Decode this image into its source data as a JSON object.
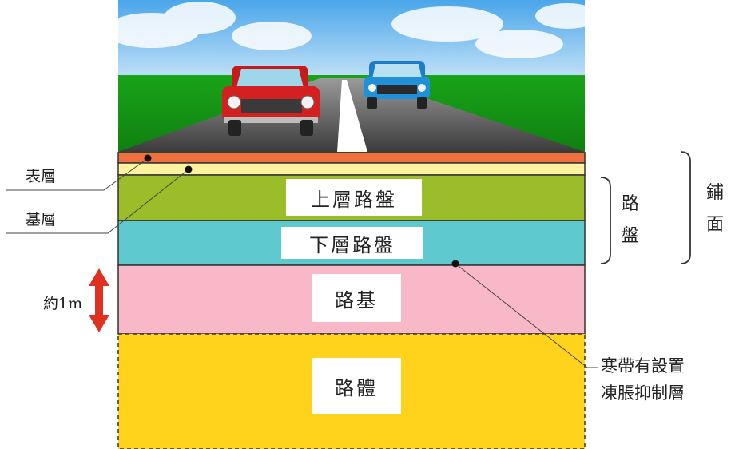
{
  "layers": {
    "upper_base": "上層路盤",
    "lower_base": "下層路盤",
    "subgrade": "路基",
    "roadbed": "路體"
  },
  "callouts": {
    "surface": "表層",
    "base": "基層",
    "frost": [
      "寒帶有設置",
      "凍脹抑制層"
    ]
  },
  "depth_label": "約1m",
  "brackets": {
    "roadbase": [
      "路",
      "盤"
    ],
    "pavement": [
      "鋪",
      "面"
    ]
  },
  "colors": {
    "surface": "#f07040",
    "base_course": "#fff3a0",
    "upper_base": "#9bbd2a",
    "lower_base": "#5ecad0",
    "subgrade": "#f9b8c8",
    "roadbed": "#ffd21c",
    "arrow": "#e03020"
  },
  "icons": [
    "red-car-icon",
    "blue-car-icon",
    "double-arrow-icon"
  ]
}
